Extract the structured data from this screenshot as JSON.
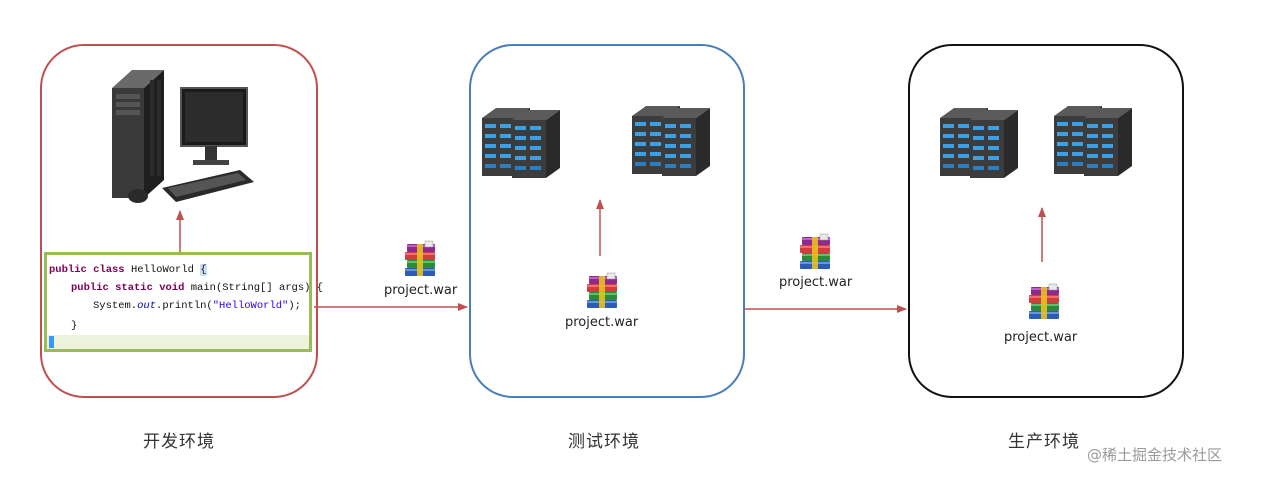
{
  "environments": {
    "dev": {
      "label": "开发环境"
    },
    "test": {
      "label": "测试环境"
    },
    "prod": {
      "label": "生产环境"
    }
  },
  "artifacts": {
    "transfer_dev_test": "project.war",
    "in_test": "project.war",
    "transfer_test_prod": "project.war",
    "in_prod": "project.war"
  },
  "code": {
    "line1_kw": "public class",
    "line1_name": "HelloWorld",
    "line1_brace": "{",
    "line2_kw": "public static void",
    "line2_rest": "main(String[] args) {",
    "line3_a": "System.",
    "line3_out": "out",
    "line3_b": ".println(",
    "line3_str": "\"HelloWorld\"",
    "line3_c": ");",
    "line4": "}"
  },
  "colors": {
    "dev_border": "#c0504d",
    "test_border": "#4a7ebb",
    "prod_border": "#111111",
    "arrow": "#c0504d",
    "code_border": "#9bbb59"
  },
  "icons": {
    "workstation": "desktop-computer-icon",
    "server": "server-rack-icon",
    "archive": "winrar-archive-icon"
  },
  "watermark": "@稀土掘金技术社区"
}
